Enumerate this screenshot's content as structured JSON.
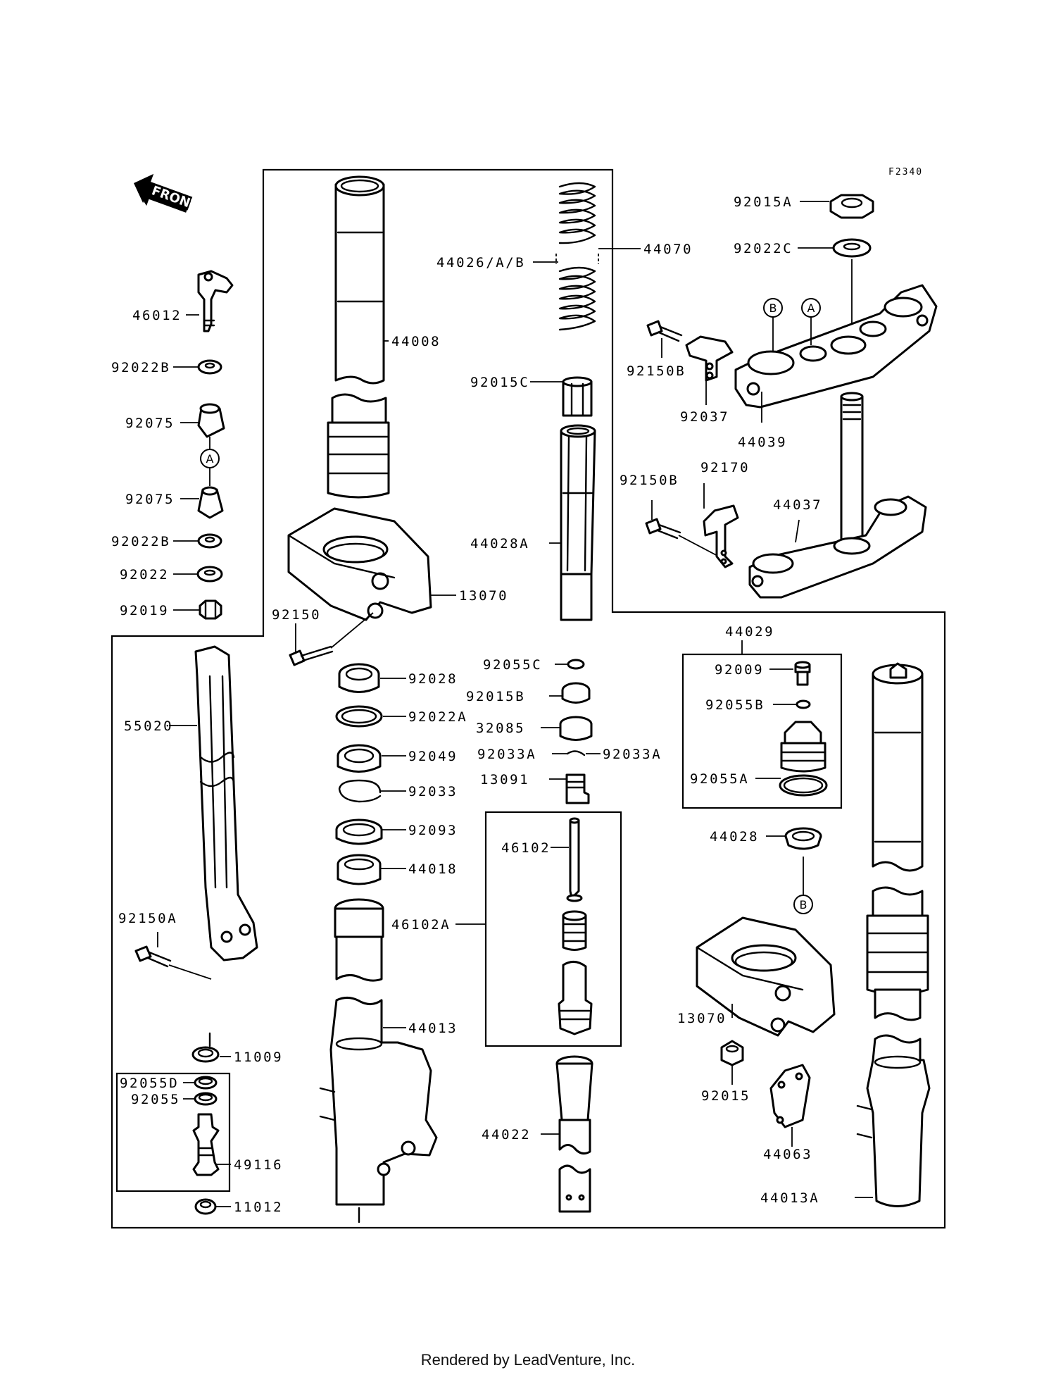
{
  "figure_id": "F2340",
  "front_label": "FRONT",
  "footer": "Rendered by LeadVenture, Inc.",
  "callouts": {
    "A": "A",
    "B": "B"
  },
  "parts": {
    "p46012": "46012",
    "p92022B_1": "92022B",
    "p92075_1": "92075",
    "p92075_2": "92075",
    "p92022B_2": "92022B",
    "p92022": "92022",
    "p92019": "92019",
    "p44008": "44008",
    "p13070_1": "13070",
    "p92150": "92150",
    "p44026": "44026/A/B",
    "p44070": "44070",
    "p92015C": "92015C",
    "p44028A": "44028A",
    "p92015A": "92015A",
    "p92022C": "92022C",
    "p92150B_1": "92150B",
    "p92037": "92037",
    "p44039": "44039",
    "p92150B_2": "92150B",
    "p92170": "92170",
    "p44037": "44037",
    "p55020": "55020",
    "p92028": "92028",
    "p92022A": "92022A",
    "p92049": "92049",
    "p92033": "92033",
    "p92093": "92093",
    "p44018": "44018",
    "p44013": "44013",
    "p92055C": "92055C",
    "p92015B": "92015B",
    "p32085": "32085",
    "p92033A_l": "92033A",
    "p92033A_r": "92033A",
    "p13091": "13091",
    "p46102": "46102",
    "p46102A": "46102A",
    "p44022": "44022",
    "p44029": "44029",
    "p92009": "92009",
    "p92055B": "92055B",
    "p92055A": "92055A",
    "p44028": "44028",
    "p13070_2": "13070",
    "p92015": "92015",
    "p44063": "44063",
    "p44013A": "44013A",
    "p92150A": "92150A",
    "p11009": "11009",
    "p92055D": "92055D",
    "p92055": "92055",
    "p49116": "49116",
    "p11012": "11012"
  }
}
